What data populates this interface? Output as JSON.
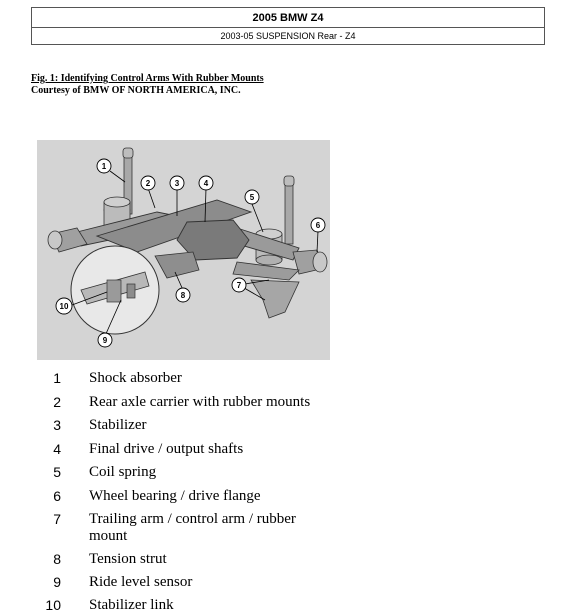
{
  "header": {
    "title": "2005 BMW Z4",
    "subtitle": "2003-05 SUSPENSION Rear - Z4"
  },
  "figure": {
    "title": "Fig. 1: Identifying Control Arms With Rubber Mounts",
    "credit": "Courtesy of BMW OF NORTH AMERICA, INC.",
    "callouts": [
      "1",
      "2",
      "3",
      "4",
      "5",
      "6",
      "7",
      "8",
      "9",
      "10"
    ]
  },
  "legend": [
    {
      "num": "1",
      "text": "Shock absorber"
    },
    {
      "num": "2",
      "text": "Rear axle carrier with rubber mounts"
    },
    {
      "num": "3",
      "text": "Stabilizer"
    },
    {
      "num": "4",
      "text": "Final drive / output shafts"
    },
    {
      "num": "5",
      "text": "Coil spring"
    },
    {
      "num": "6",
      "text": "Wheel bearing / drive flange"
    },
    {
      "num": "7",
      "text": "Trailing arm / control arm / rubber mount"
    },
    {
      "num": "8",
      "text": "Tension strut"
    },
    {
      "num": "9",
      "text": "Ride level sensor"
    },
    {
      "num": "10",
      "text": "Stabilizer link"
    }
  ]
}
